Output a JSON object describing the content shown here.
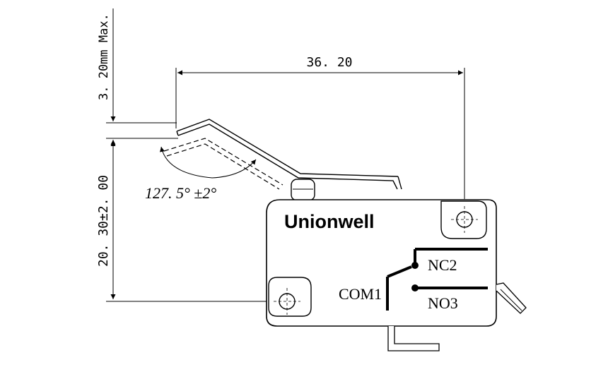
{
  "drawing": {
    "brand": "Unionwell",
    "dim_width": "36. 20",
    "dim_height": "20. 30±2. 00",
    "dim_travel": "3. 20mm Max.",
    "angle_label": "127. 5°  ±2°",
    "terminals": {
      "com": "COM1",
      "nc": "NC2",
      "no": "NO3"
    }
  }
}
